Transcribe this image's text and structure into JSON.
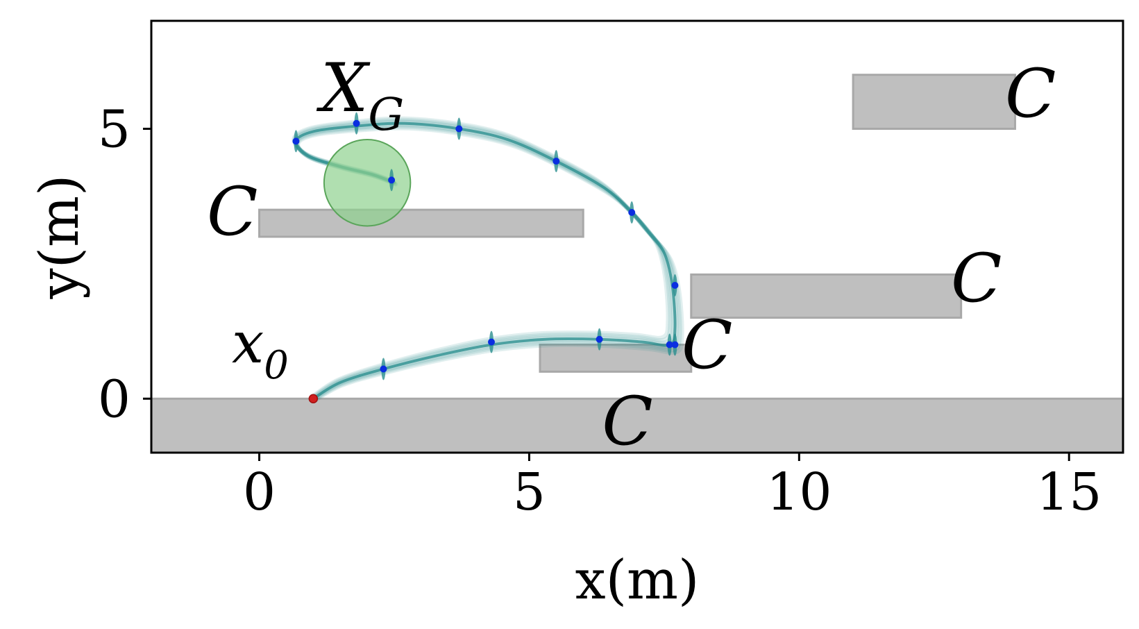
{
  "chart_data": {
    "type": "scatter",
    "title": "",
    "xlabel": "x(m)",
    "ylabel": "y(m)",
    "xlim": [
      -2,
      16
    ],
    "ylim": [
      -1,
      7
    ],
    "xticks": [
      0,
      5,
      10,
      15
    ],
    "yticks": [
      0,
      5
    ],
    "tick_labels_x": [
      "0",
      "5",
      "10",
      "15"
    ],
    "tick_labels_y": [
      "0",
      "5"
    ],
    "grid": false,
    "colors": {
      "obstacle_fill": "#bfbfbf",
      "obstacle_edge": "#a8a8a8",
      "trajectory": "#2a8f8f",
      "waypoint": "#0a2ee0",
      "start": "#d02020",
      "goal_fill": "#8fd18f",
      "goal_edge": "#5aa55a"
    },
    "obstacles": [
      {
        "label": "C",
        "x": [
          0,
          6
        ],
        "y": [
          3.0,
          3.5
        ]
      },
      {
        "label": "C",
        "x": [
          11,
          14
        ],
        "y": [
          5.0,
          6.0
        ]
      },
      {
        "label": "C",
        "x": [
          8,
          13
        ],
        "y": [
          1.5,
          2.3
        ]
      },
      {
        "label": "C",
        "x": [
          5.2,
          8
        ],
        "y": [
          0.5,
          1.0
        ]
      },
      {
        "label": "C",
        "x": [
          -2,
          16
        ],
        "y": [
          -1,
          0
        ]
      }
    ],
    "start": {
      "label": "x",
      "subscript": "0",
      "x": 1.0,
      "y": 0.0
    },
    "goal": {
      "label": "X",
      "subscript": "G",
      "center_x": 2.0,
      "center_y": 4.0,
      "radius": 0.8
    },
    "mean_trajectory": {
      "x": [
        1.0,
        1.5,
        2.3,
        3.3,
        4.3,
        5.3,
        6.3,
        7.1,
        7.6,
        7.7,
        7.65,
        7.5,
        7.2,
        6.9,
        6.4,
        5.5,
        4.6,
        3.7,
        2.7,
        1.8,
        1.0,
        0.68,
        0.9,
        1.5,
        2.1,
        2.5
      ],
      "y": [
        0.0,
        0.3,
        0.55,
        0.8,
        1.0,
        1.1,
        1.1,
        1.05,
        1.0,
        1.3,
        2.1,
        2.7,
        3.1,
        3.45,
        3.9,
        4.4,
        4.8,
        5.0,
        5.1,
        5.05,
        4.95,
        4.77,
        4.5,
        4.3,
        4.15,
        4.0
      ]
    },
    "waypoints": {
      "x": [
        2.3,
        4.3,
        6.3,
        7.6,
        7.7,
        7.7,
        6.9,
        5.5,
        3.7,
        1.8,
        0.68,
        2.45
      ],
      "y": [
        0.55,
        1.05,
        1.1,
        1.0,
        1.0,
        2.1,
        3.45,
        4.4,
        5.0,
        5.1,
        4.77,
        4.05
      ]
    }
  }
}
